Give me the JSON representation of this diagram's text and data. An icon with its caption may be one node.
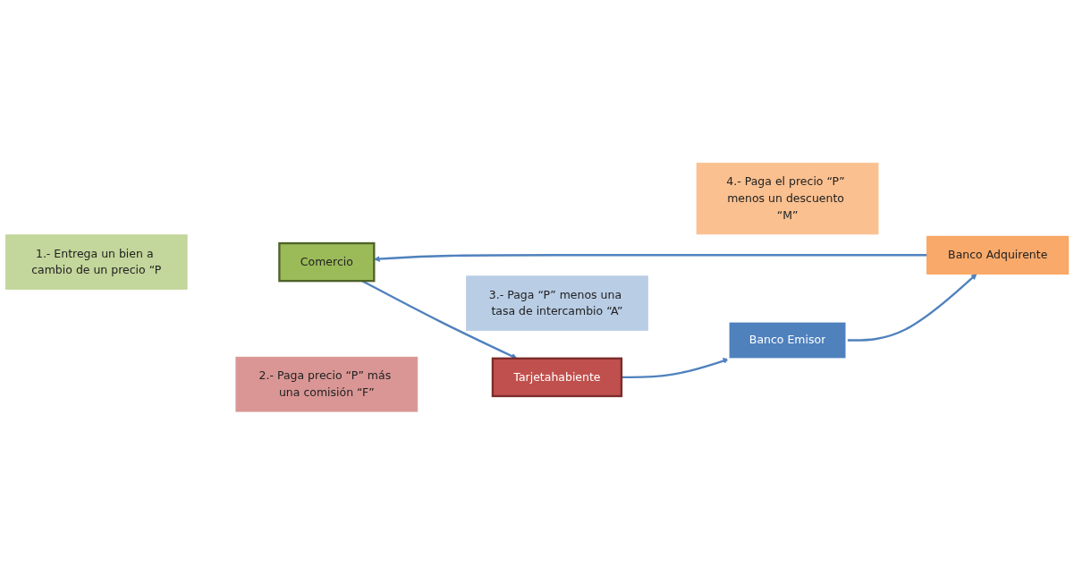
{
  "diagram": {
    "nodes": [
      {
        "text": [
          "1.- Entrega un bien a cambio de un precio “P"
        ]
      },
      {
        "text": [
          "Comercio"
        ]
      },
      {
        "text": [
          "Tarjetahabiente"
        ]
      },
      {
        "text": [
          "4.- Paga el precio “P” menos un descuento “M”"
        ]
      },
      {
        "text": [
          "2.- Paga precio “P” más una comisión “F”"
        ]
      },
      {
        "text": [
          "Banco Adquirente"
        ]
      },
      {
        "text": [
          "Banco Emisor"
        ]
      },
      {
        "text": [
          "3.- Paga “P” menos una tasa de intercambio “A”"
        ]
      }
    ],
    "edges": [
      {
        "from": 1,
        "to": 2,
        "arrow": "to"
      },
      {
        "from": 2,
        "to": 6,
        "arrow": "to"
      },
      {
        "from": 6,
        "to": 5,
        "arrow": "to"
      },
      {
        "from": 5,
        "to": 1,
        "arrow": "to"
      }
    ]
  }
}
